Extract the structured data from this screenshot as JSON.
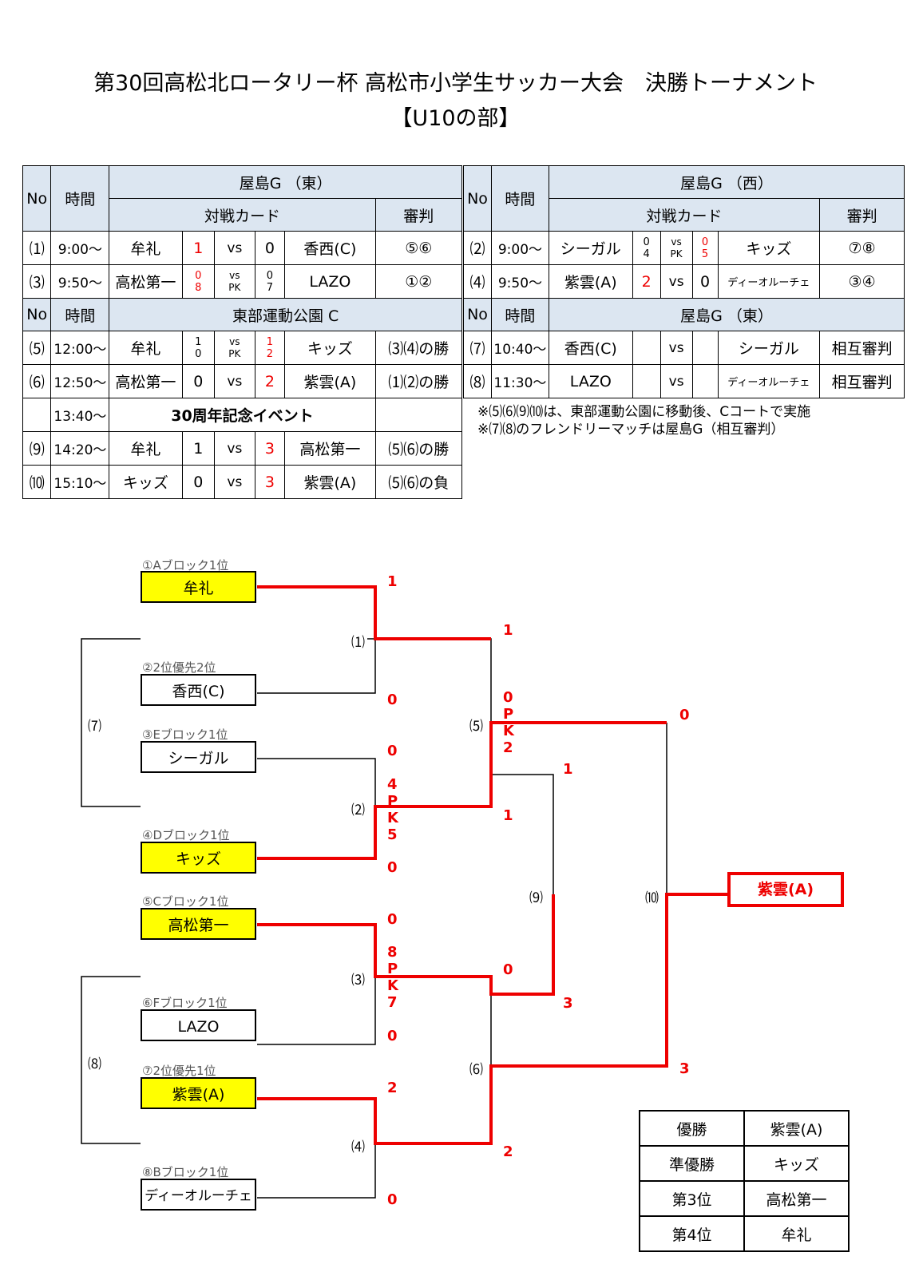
{
  "title": "第30回高松北ロータリー杯 高松市小学生サッカー大会　決勝トーナメント",
  "subtitle": "【U10の部】",
  "left_table": {
    "h_no": "No",
    "h_time": "時間",
    "venue": "屋島G （東）",
    "h_card": "対戦カード",
    "h_ref": "審判",
    "venue2": "東部運動公園 C",
    "rows": [
      {
        "no": "⑴",
        "time": "9:00～",
        "home": "牟礼",
        "hs": "1",
        "vs": "vs",
        "as": "0",
        "away": "香西(C)",
        "ref": "⑤⑥"
      },
      {
        "no": "⑶",
        "time": "9:50～",
        "home": "高松第一",
        "hs": "0",
        "hpk": "8",
        "vs": "vs",
        "pk": "PK",
        "as": "0",
        "apk": "7",
        "away": "LAZO",
        "ref": "①②"
      },
      {
        "no": "⑸",
        "time": "12:00～",
        "home": "牟礼",
        "hs": "1",
        "hpk": "0",
        "vs": "vs",
        "pk": "PK",
        "as": "1",
        "apk": "2",
        "away": "キッズ",
        "ref": "⑶⑷の勝"
      },
      {
        "no": "⑹",
        "time": "12:50～",
        "home": "高松第一",
        "hs": "0",
        "vs": "vs",
        "as": "2",
        "away": "紫雲(A)",
        "ref": "⑴⑵の勝"
      },
      {
        "no": "",
        "time": "13:40～",
        "event": "30周年記念イベント"
      },
      {
        "no": "⑼",
        "time": "14:20～",
        "home": "牟礼",
        "hs": "1",
        "vs": "vs",
        "as": "3",
        "away": "高松第一",
        "ref": "⑸⑹の勝"
      },
      {
        "no": "⑽",
        "time": "15:10～",
        "home": "キッズ",
        "hs": "0",
        "vs": "vs",
        "as": "3",
        "away": "紫雲(A)",
        "ref": "⑸⑹の負"
      }
    ]
  },
  "right_table": {
    "h_no": "No",
    "h_time": "時間",
    "venue": "屋島G （西）",
    "h_card": "対戦カード",
    "h_ref": "審判",
    "venue2": "屋島G （東）",
    "rows": [
      {
        "no": "⑵",
        "time": "9:00～",
        "home": "シーガル",
        "hs": "0",
        "hpk": "4",
        "vs": "vs",
        "pk": "PK",
        "as": "0",
        "apk": "5",
        "away": "キッズ",
        "ref": "⑦⑧"
      },
      {
        "no": "⑷",
        "time": "9:50～",
        "home": "紫雲(A)",
        "hs": "2",
        "vs": "vs",
        "as": "0",
        "away": "ディーオルーチェ",
        "ref": "③④"
      },
      {
        "no": "⑺",
        "time": "10:40～",
        "home": "香西(C)",
        "vs": "vs",
        "away": "シーガル",
        "ref": "相互審判"
      },
      {
        "no": "⑻",
        "time": "11:30～",
        "home": "LAZO",
        "vs": "vs",
        "away": "ディーオルーチェ",
        "ref": "相互審判"
      }
    ]
  },
  "notes": [
    "※⑸⑹⑼⑽は、東部運動公園に移動後、Cコートで実施",
    "※⑺⑻のフレンドリーマッチは屋島G（相互審判）"
  ],
  "bracket": {
    "teams": [
      {
        "label": "①Aブロック1位",
        "name": "牟礼"
      },
      {
        "label": "②2位優先2位",
        "name": "香西(C)"
      },
      {
        "label": "③Eブロック1位",
        "name": "シーガル"
      },
      {
        "label": "④Dブロック1位",
        "name": "キッズ"
      },
      {
        "label": "⑤Cブロック1位",
        "name": "高松第一"
      },
      {
        "label": "⑥Fブロック1位",
        "name": "LAZO"
      },
      {
        "label": "⑦2位優先1位",
        "name": "紫雲(A)"
      },
      {
        "label": "⑧Bブロック1位",
        "name": "ディーオルーチェ"
      }
    ],
    "match_labels": [
      "⑴",
      "⑵",
      "⑶",
      "⑷",
      "⑸",
      "⑹",
      "⑺",
      "⑻",
      "⑼",
      "⑽"
    ],
    "champion": "紫雲(A)",
    "scores": [
      "1",
      "0",
      "0",
      "4",
      "P",
      "K",
      "5",
      "0",
      "0",
      "8",
      "P",
      "K",
      "7",
      "0",
      "2",
      "0",
      "1",
      "0",
      "P",
      "K",
      "2",
      "1",
      "0",
      "2",
      "1",
      "3",
      "0",
      "3"
    ]
  },
  "results": [
    {
      "rank": "優勝",
      "team": "紫雲(A)"
    },
    {
      "rank": "準優勝",
      "team": "キッズ"
    },
    {
      "rank": "第3位",
      "team": "高松第一"
    },
    {
      "rank": "第4位",
      "team": "牟礼"
    }
  ]
}
